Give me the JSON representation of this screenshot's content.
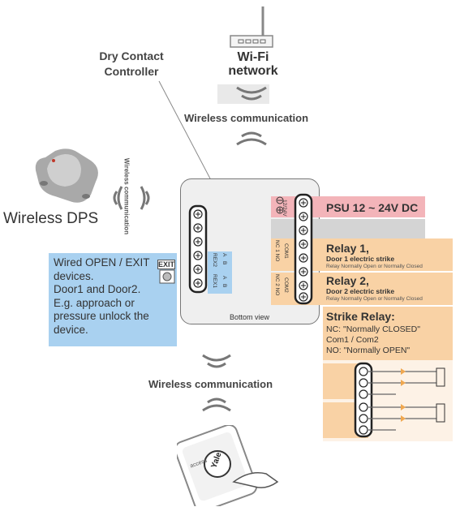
{
  "labels": {
    "dry_contact": "Dry Contact\nController",
    "wifi": "Wi-Fi\nnetwork",
    "wireless_top": "Wireless communication",
    "wireless_bottom": "Wireless communication",
    "wireless_vertical": "Wireless communication",
    "dps": "Wireless DPS",
    "exit": "EXIT",
    "bottom_view": "Bottom view",
    "wired": "Wired OPEN / EXIT devices.\nDoor1 and Door2.\nE.g. approach or pressure unlock the device."
  },
  "psu": {
    "label": "PSU  12 ~ 24V DC",
    "terminal_label": "12/24V"
  },
  "relay1": {
    "title": "Relay 1,",
    "subtitle": "Door 1 electric strike",
    "note": "Relay Normally Open or Normally Closed",
    "terminals": "NC 1  NO",
    "com": "COM1"
  },
  "relay2": {
    "title": "Relay 2,",
    "subtitle": "Door 2 electric strike",
    "note": "Relay Normally Open or Normally Closed",
    "terminals": "NC 2  NO",
    "com": "COM2"
  },
  "strike": {
    "title": "Strike Relay:",
    "nc": "NC:  \"Normally CLOSED\"",
    "com": "Com1 / Com2",
    "no": "NO:  \"Normally OPEN\""
  },
  "rex": {
    "rex2": "REX2",
    "rex1": "REX1",
    "a": "A",
    "b": "B"
  },
  "app_logo": "Yale",
  "app_sub": "access",
  "colors": {
    "wired_bg": "#a9d1f0",
    "psu_bg": "#f3b4b9",
    "relay_bg": "#f9d2a5",
    "gray_band": "#d4d4d4"
  }
}
